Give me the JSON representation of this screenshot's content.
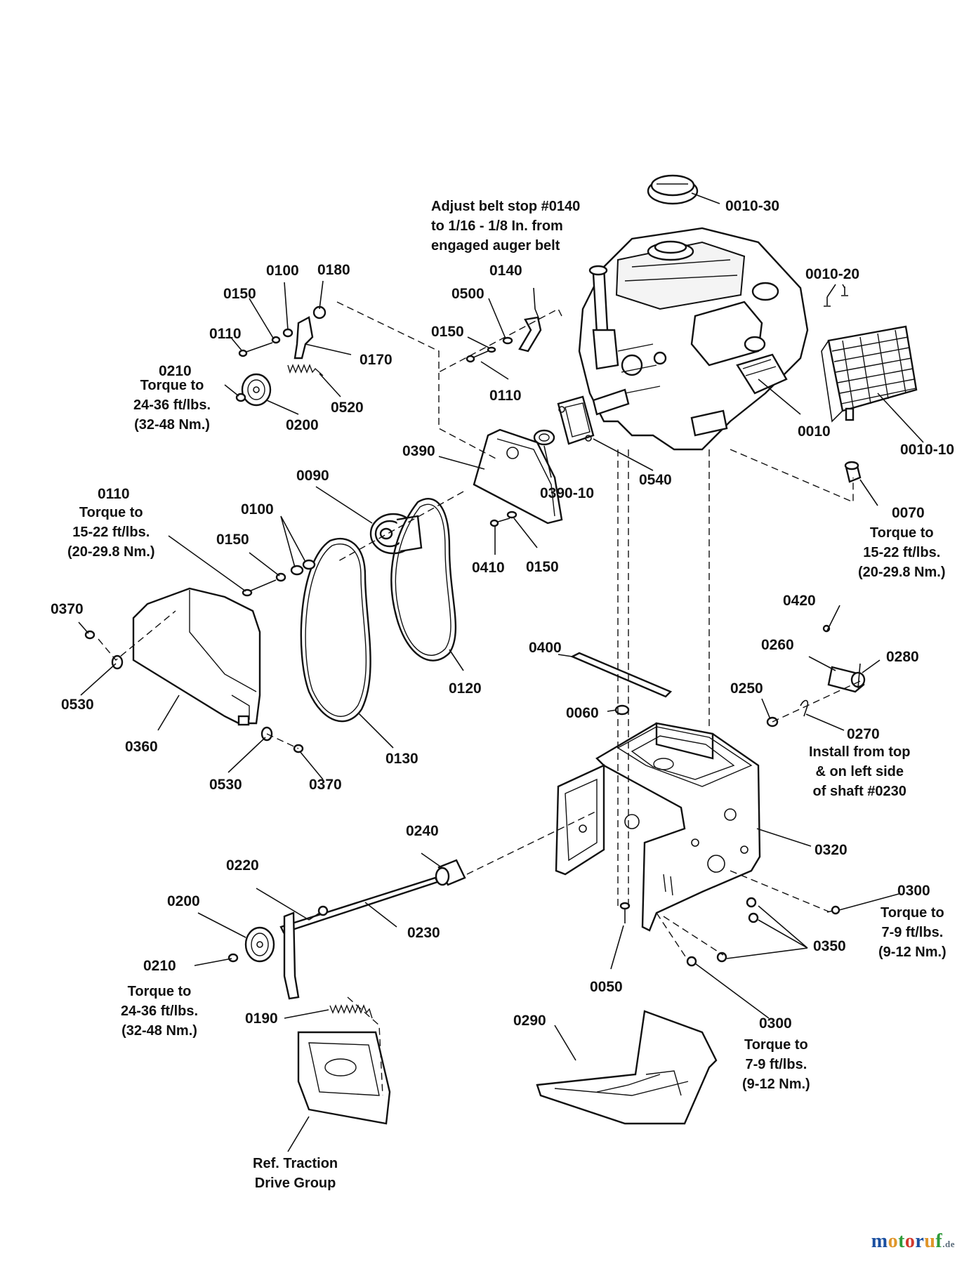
{
  "labels": {
    "p0010_30": "0010-30",
    "p0010_20": "0010-20",
    "p0010": "0010",
    "p0010_10": "0010-10",
    "p0070": "0070",
    "p0140": "0140",
    "p0500": "0500",
    "p0150_a": "0150",
    "p0110_a": "0110",
    "p0540": "0540",
    "p0390": "0390",
    "p0390_10": "0390-10",
    "p0410": "0410",
    "p0150_b": "0150",
    "p0100_a": "0100",
    "p0180": "0180",
    "p0150_c": "0150",
    "p0110_b": "0110",
    "p0170": "0170",
    "p0520": "0520",
    "p0210_a": "0210",
    "p0200_a": "0200",
    "p0090": "0090",
    "p0110_c": "0110",
    "p0100_b": "0100",
    "p0150_d": "0150",
    "p0370_a": "0370",
    "p0530_a": "0530",
    "p0360": "0360",
    "p0530_b": "0530",
    "p0370_b": "0370",
    "p0130": "0130",
    "p0120": "0120",
    "p0400": "0400",
    "p0060": "0060",
    "p0420": "0420",
    "p0260": "0260",
    "p0280": "0280",
    "p0250": "0250",
    "p0270": "0270",
    "p0320": "0320",
    "p0240": "0240",
    "p0220": "0220",
    "p0200_b": "0200",
    "p0230": "0230",
    "p0210_b": "0210",
    "p0190": "0190",
    "p0300_a": "0300",
    "p0350": "0350",
    "p0050": "0050",
    "p0300_b": "0300",
    "p0290": "0290"
  },
  "notes": {
    "belt_stop": [
      "Adjust belt stop #0140",
      "to 1/16 - 1/8 In. from",
      "engaged auger belt"
    ],
    "torque_0210_top": [
      "Torque to",
      "24-36 ft/lbs.",
      "(32-48 Nm.)"
    ],
    "torque_0110": [
      "Torque to",
      "15-22 ft/lbs.",
      "(20-29.8 Nm.)"
    ],
    "torque_0070": [
      "Torque to",
      "15-22 ft/lbs.",
      "(20-29.8 Nm.)"
    ],
    "install_0270": [
      "Install from top",
      "& on left side",
      "of shaft #0230"
    ],
    "torque_0300_right": [
      "Torque to",
      "7-9 ft/lbs.",
      "(9-12 Nm.)"
    ],
    "torque_0300_bottom": [
      "Torque to",
      "7-9 ft/lbs.",
      "(9-12 Nm.)"
    ],
    "torque_0210_bottom": [
      "Torque to",
      "24-36 ft/lbs.",
      "(32-48 Nm.)"
    ],
    "ref_traction": [
      "Ref. Traction",
      "Drive Group"
    ]
  },
  "watermark": {
    "letters": [
      "m",
      "o",
      "t",
      "o",
      "r",
      "u",
      "f"
    ],
    "colors": [
      "#1a4fa0",
      "#e0962a",
      "#2f9b3a",
      "#d23a2e",
      "#1a4fa0",
      "#e0962a",
      "#2f9b3a"
    ],
    "suffix": ".de"
  }
}
